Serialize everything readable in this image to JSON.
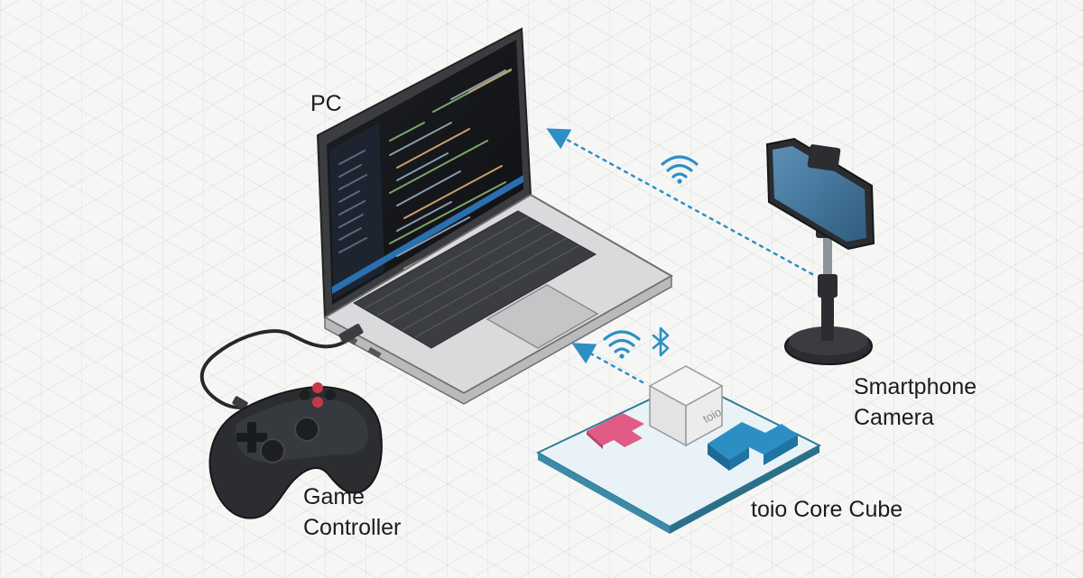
{
  "labels": {
    "pc": "PC",
    "smartphone_camera": [
      "Smartphone",
      "Camera"
    ],
    "game_controller": [
      "Game",
      "Controller"
    ],
    "toio_core_cube": "toio Core Cube",
    "cube_logo": "toio"
  },
  "colors": {
    "link": "#2e8fc4",
    "mat_pink": "#e05b86",
    "mat_blue": "#2b8fc4",
    "screen": "#141518",
    "device_dark": "#2b2d30",
    "phone_screen": "#3f6e94"
  },
  "icons": [
    "wifi-icon",
    "bluetooth-icon"
  ]
}
